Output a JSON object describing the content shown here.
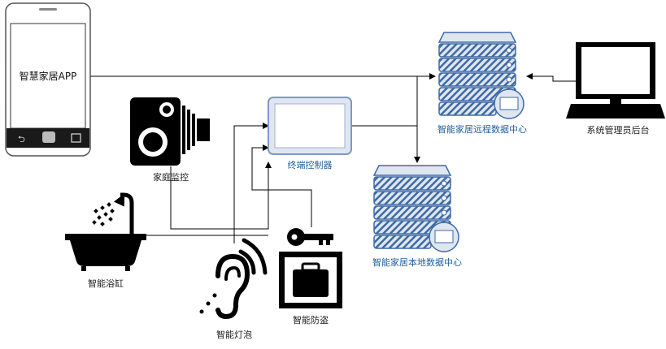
{
  "nodes": {
    "app": {
      "label": "智慧家居APP",
      "icon": "smartphone-icon"
    },
    "camera": {
      "label": "家庭监控",
      "icon": "camera-icon"
    },
    "terminal": {
      "label": "终端控制器",
      "icon": "tablet-icon"
    },
    "remote_server": {
      "label": "智能家居远程数据中心",
      "icon": "server-icon"
    },
    "admin": {
      "label": "系统管理员后台",
      "icon": "computer-monitor-icon"
    },
    "local_server": {
      "label": "智能家居本地数据中心",
      "icon": "server-icon"
    },
    "bathtub": {
      "label": "智能浴缸",
      "icon": "bathtub-shower-icon"
    },
    "lamp": {
      "label": "智能灯泡",
      "icon": "hearing-icon"
    },
    "security": {
      "label": "智能防盗",
      "icon": "luggage-key-icon"
    }
  },
  "colors": {
    "server_blue": "#3e6aa6",
    "server_fill": "#dfe6f0",
    "label_blue": "#1f5f9a",
    "line": "#000000"
  }
}
